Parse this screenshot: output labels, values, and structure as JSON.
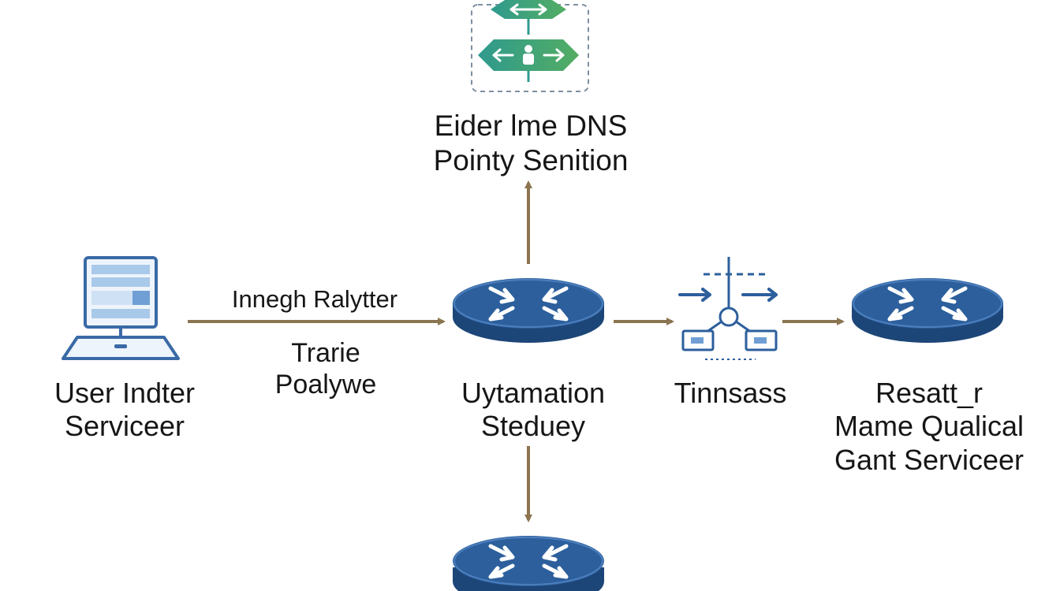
{
  "nodes": {
    "dns": {
      "line1": "Eider lme DNS",
      "line2": "Pointy Senition"
    },
    "user": {
      "line1": "User Indter",
      "line2": "Serviceer"
    },
    "router": {
      "line1": "Uytamation",
      "line2": "Steduey"
    },
    "switch": {
      "line1": "Tinnsass"
    },
    "server": {
      "line1": "Resatt_r",
      "line2": "Mame Qualical",
      "line3": "Gant Serviceer"
    }
  },
  "edges": {
    "user_to_router": {
      "label": "Innegh Ralytter",
      "sublabel_line1": "Trarie",
      "sublabel_line2": "Poalywe"
    }
  },
  "colors": {
    "arrow": "#8b7550",
    "router_blue": "#2c5f9c",
    "router_dark": "#1d4678",
    "teal": "#2f9a8e",
    "green": "#53ad63",
    "computer_blue": "#3a6aa6",
    "computer_light": "#a9c9ea"
  },
  "icons": [
    "computer-icon",
    "router-icon",
    "dns-gateway-icon",
    "switch-icon"
  ]
}
